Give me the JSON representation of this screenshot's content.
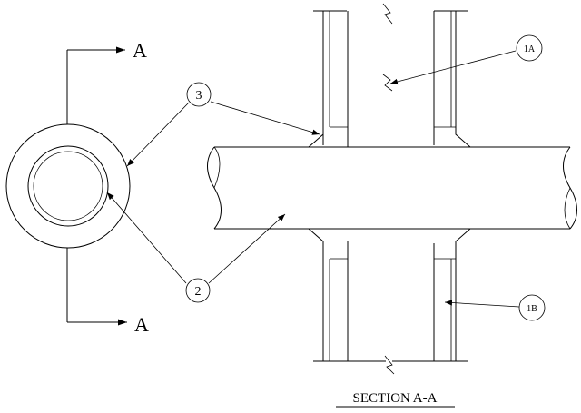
{
  "section_mark_top": "A",
  "section_mark_bottom": "A",
  "callout_3": "3",
  "callout_2": "2",
  "callout_1a": "1A",
  "callout_1b": "1B",
  "section_caption": "SECTION A-A"
}
